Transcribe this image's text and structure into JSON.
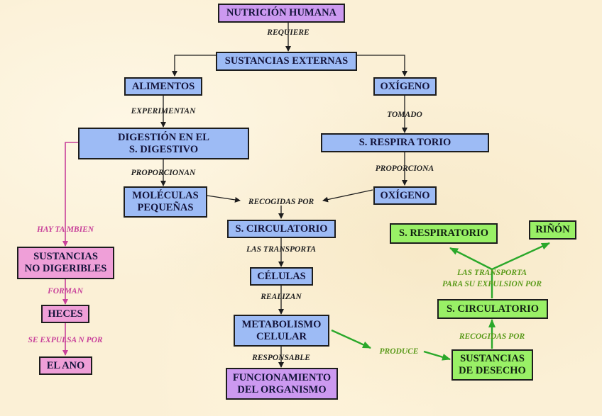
{
  "diagram": {
    "title": "NUTRICIÓN HUMANA",
    "nodes": {
      "nutricion": "NUTRICIÓN HUMANA",
      "sustancias_externas": "SUSTANCIAS EXTERNAS",
      "alimentos": "ALIMENTOS",
      "oxigeno_1": "OXÍGENO",
      "digestion": "DIGESTIÓN EN EL\nS. DIGESTIVO",
      "s_respiratorio_1": "S. RESPIRA TORIO",
      "moleculas": "MOLÉCULAS\nPEQUEÑAS",
      "oxigeno_2": "OXÍGENO",
      "s_circulatorio_1": "S. CIRCULATORIO",
      "celulas": "CÉLULAS",
      "metabolismo": "METABOLISMO\nCELULAR",
      "funcionamiento": "FUNCIONAMIENTO\nDEL ORGANISMO",
      "no_digeribles": "SUSTANCIAS\nNO DIGERIBLES",
      "heces": "HECES",
      "ano": "EL ANO",
      "s_respiratorio_2": "S. RESPIRATORIO",
      "rinon": "RIÑÓN",
      "s_circulatorio_2": "S. CIRCULATORIO",
      "desecho": "SUSTANCIAS\nDE DESECHO"
    },
    "labels": {
      "requiere": "REQUIERE",
      "experimentan": "EXPERIMENTAN",
      "tomado": "TOMADO",
      "proporcionan": "PROPORCIONAN",
      "proporciona": "PROPORCIONA",
      "recogidas_por_1": "RECOGIDAS POR",
      "las_transporta": "LAS TRANSPORTA",
      "realizan": "REALIZAN",
      "responsable": "RESPONSABLE",
      "hay_tambien": "HAY TA MBIEN",
      "forman": "FORMAN",
      "se_expulsan_por": "SE EXPULSA N  POR",
      "produce": "PRODUCE",
      "recogidas_por_2": "RECOGIDAS POR",
      "transporta_expulsion": "LAS TRANSPORTA\nPARA SU EXPULSION POR"
    },
    "colors": {
      "blue_node": "#9dbbf5",
      "purple_node": "#cc99f0",
      "pink_node": "#ef9fd8",
      "green_node": "#99f066",
      "pink_link": "#c8409a",
      "green_link": "#2aa82a",
      "black_link": "#1d1d1d"
    }
  }
}
